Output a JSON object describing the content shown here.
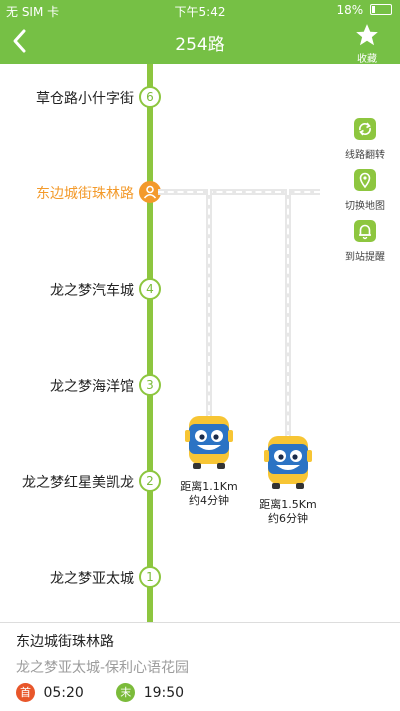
{
  "status_bar": {
    "carrier": "无 SIM 卡",
    "time": "下午5:42",
    "battery": "18%"
  },
  "header": {
    "title": "254路",
    "favorite_label": "收藏"
  },
  "stops": [
    {
      "index": "6",
      "name": "草仓路小什字街",
      "current": false
    },
    {
      "index": "",
      "name": "东边城街珠林路",
      "current": true
    },
    {
      "index": "4",
      "name": "龙之梦汽车城",
      "current": false
    },
    {
      "index": "3",
      "name": "龙之梦海洋馆",
      "current": false
    },
    {
      "index": "2",
      "name": "龙之梦红星美凯龙",
      "current": false
    },
    {
      "index": "1",
      "name": "龙之梦亚太城",
      "current": false
    }
  ],
  "tools": [
    {
      "label": "线路翻转",
      "icon": "swap-icon"
    },
    {
      "label": "切换地图",
      "icon": "map-pin-icon"
    },
    {
      "label": "到站提醒",
      "icon": "bell-icon"
    }
  ],
  "buses": [
    {
      "distance": "距离1.1Km",
      "eta": "约4分钟"
    },
    {
      "distance": "距离1.5Km",
      "eta": "约6分钟"
    }
  ],
  "bottom": {
    "current_stop": "东边城街珠林路",
    "route": "龙之梦亚太城-保利心语花园",
    "first_badge": "首",
    "first_time": "05:20",
    "last_badge": "末",
    "last_time": "19:50"
  },
  "colors": {
    "accent": "#76c045",
    "line": "#8dc63f",
    "current": "#f39a2b",
    "first": "#e8562a"
  }
}
